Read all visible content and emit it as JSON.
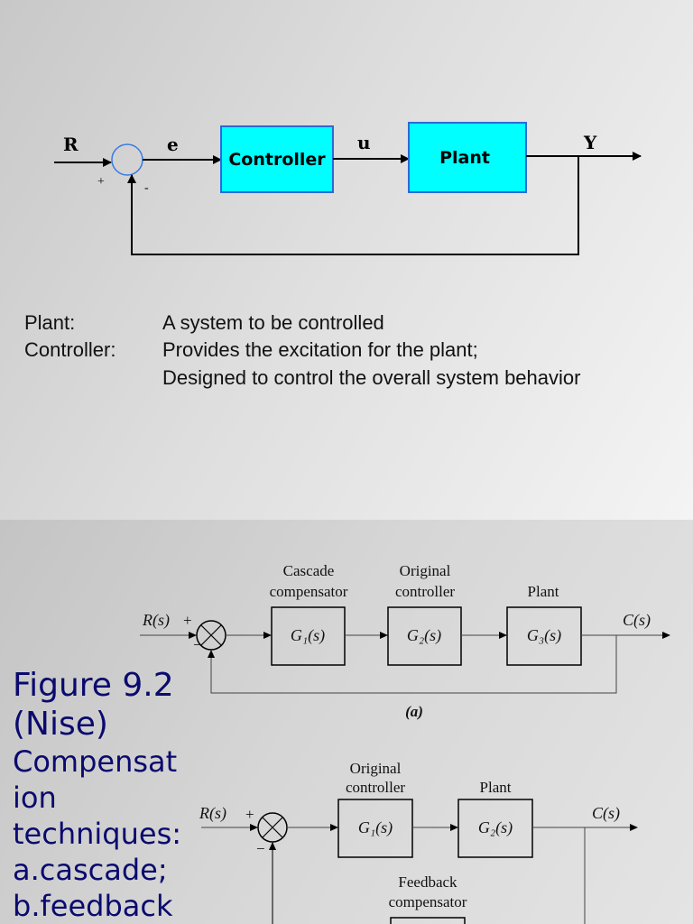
{
  "slide1": {
    "diagram": {
      "signals": {
        "input": "R",
        "error": "e",
        "control": "u",
        "output": "Y"
      },
      "signs": {
        "plus": "+",
        "minus": "-"
      },
      "blocks": [
        {
          "id": "controller",
          "label": "Controller"
        },
        {
          "id": "plant",
          "label": "Plant"
        }
      ],
      "block_fill": "#00ffff",
      "block_border": "#2a6ad8"
    },
    "definitions": [
      {
        "term": "Plant:",
        "text": [
          "A system to be controlled"
        ]
      },
      {
        "term": "Controller:",
        "text": [
          "Provides the excitation for the plant;",
          "Designed to control the overall system behavior"
        ]
      }
    ]
  },
  "slide2": {
    "caption": {
      "title_lines": [
        "Figure 9.2",
        "(Nise)"
      ],
      "body_lines": [
        "Compensat",
        "ion",
        "techniques:",
        "a.cascade;",
        "b.feedback"
      ],
      "color": "#0a0a6e"
    },
    "fig_a": {
      "input": "R(s)",
      "output": "C(s)",
      "plus": "+",
      "minus": "−",
      "blocks": [
        {
          "title": [
            "Cascade",
            "compensator"
          ],
          "tf": "G₁(s)"
        },
        {
          "title": [
            "Original",
            "controller"
          ],
          "tf": "G₂(s)"
        },
        {
          "title": [
            "Plant"
          ],
          "tf": "G₃(s)"
        }
      ],
      "label": "(a)"
    },
    "fig_b": {
      "input": "R(s)",
      "output": "C(s)",
      "plus": "+",
      "minus": "−",
      "blocks": [
        {
          "title": [
            "Original",
            "controller"
          ],
          "tf": "G₁(s)"
        },
        {
          "title": [
            "Plant"
          ],
          "tf": "G₂(s)"
        }
      ],
      "feedback_title": [
        "Feedback",
        "compensator"
      ]
    }
  }
}
